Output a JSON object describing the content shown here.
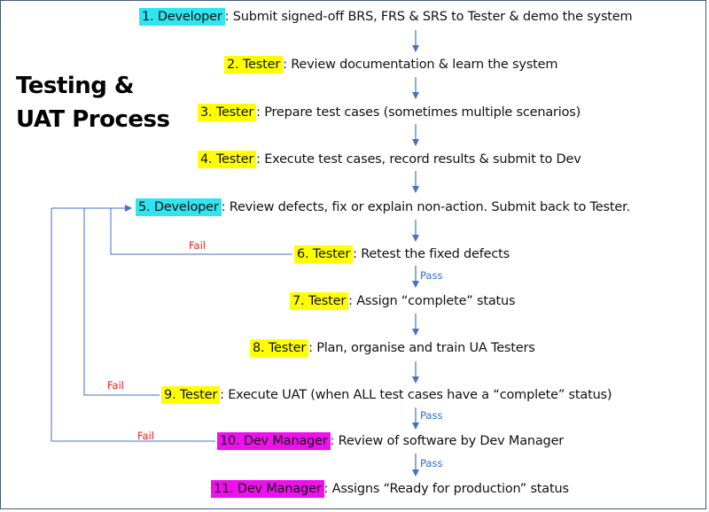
{
  "title": {
    "line1": "Testing &",
    "line2": "UAT Process"
  },
  "steps": [
    {
      "role": "1. Developer",
      "role_type": "developer",
      "text": ": Submit signed-off BRS, FRS & SRS to Tester & demo the system"
    },
    {
      "role": "2. Tester",
      "role_type": "tester",
      "text": ": Review documentation & learn the system"
    },
    {
      "role": "3. Tester",
      "role_type": "tester",
      "text": ": Prepare test cases (sometimes multiple scenarios)"
    },
    {
      "role": "4. Tester",
      "role_type": "tester",
      "text": ": Execute test cases, record results & submit to Dev"
    },
    {
      "role": "5. Developer",
      "role_type": "developer",
      "text": ": Review defects, fix or explain non-action. Submit back to Tester."
    },
    {
      "role": "6. Tester",
      "role_type": "tester",
      "text": ": Retest the fixed defects"
    },
    {
      "role": "7. Tester",
      "role_type": "tester",
      "text": ": Assign “complete” status"
    },
    {
      "role": "8. Tester",
      "role_type": "tester",
      "text": ": Plan, organise and train UA Testers"
    },
    {
      "role": "9. Tester",
      "role_type": "tester",
      "text": ": Execute UAT (when ALL test cases have a “complete” status)"
    },
    {
      "role": "10. Dev Manager",
      "role_type": "manager",
      "text": ": Review of software by Dev Manager"
    },
    {
      "role": "11. Dev Manager",
      "role_type": "manager",
      "text": ": Assigns “Ready for production” status"
    }
  ],
  "labels": {
    "fail": "Fail",
    "pass": "Pass"
  },
  "colors": {
    "developer_highlight": "#2fe6f0",
    "tester_highlight": "#ffff00",
    "manager_highlight": "#ee11ee",
    "arrow": "#4472c4",
    "fail_text": "#e8201c",
    "pass_text": "#2e6fc4"
  }
}
